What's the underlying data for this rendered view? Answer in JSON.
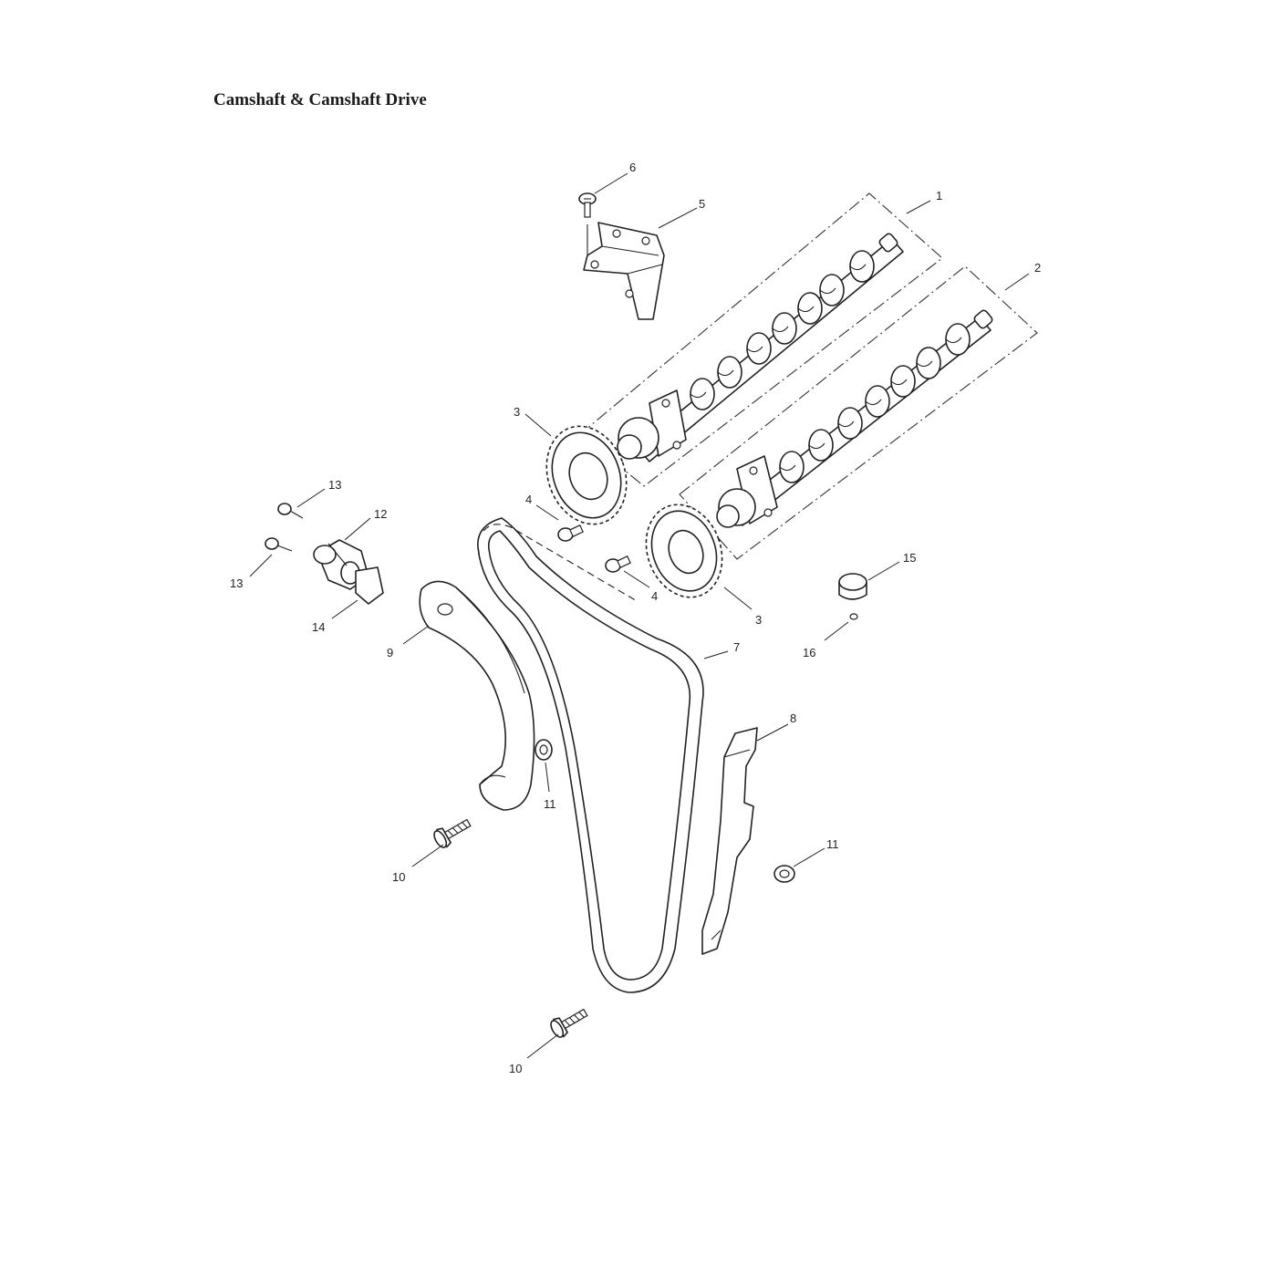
{
  "title": "Camshaft & Camshaft Drive",
  "callouts": [
    {
      "id": "c1",
      "label": "1"
    },
    {
      "id": "c2",
      "label": "2"
    },
    {
      "id": "c3a",
      "label": "3"
    },
    {
      "id": "c3b",
      "label": "3"
    },
    {
      "id": "c4a",
      "label": "4"
    },
    {
      "id": "c4b",
      "label": "4"
    },
    {
      "id": "c5",
      "label": "5"
    },
    {
      "id": "c6",
      "label": "6"
    },
    {
      "id": "c7",
      "label": "7"
    },
    {
      "id": "c8",
      "label": "8"
    },
    {
      "id": "c9",
      "label": "9"
    },
    {
      "id": "c10a",
      "label": "10"
    },
    {
      "id": "c10b",
      "label": "10"
    },
    {
      "id": "c11a",
      "label": "11"
    },
    {
      "id": "c11b",
      "label": "11"
    },
    {
      "id": "c12",
      "label": "12"
    },
    {
      "id": "c13a",
      "label": "13"
    },
    {
      "id": "c13b",
      "label": "13"
    },
    {
      "id": "c14",
      "label": "14"
    },
    {
      "id": "c15",
      "label": "15"
    },
    {
      "id": "c16",
      "label": "16"
    }
  ]
}
